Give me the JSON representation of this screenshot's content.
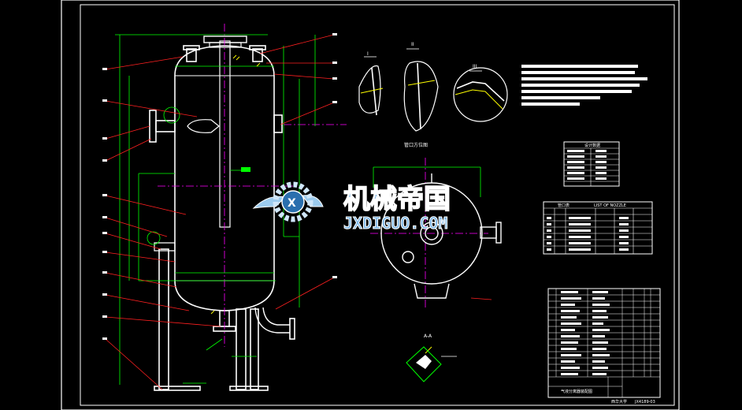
{
  "drawing": {
    "view_caption": "管口方位图",
    "section_labels": [
      "I",
      "II",
      "III",
      "A-A"
    ],
    "nozzle_table_caption": "管口表",
    "nozzle_table_title": "LIST OF NOZZLE",
    "design_table_title": "设计数据",
    "title_block_name": "气液分离器装配图",
    "title_block_school": "西华大学",
    "drawing_number": "JX4189-03"
  },
  "watermark": {
    "text_cn": "机械帝国",
    "text_en": "JXDIGUO.COM",
    "brand_color": "#7fb8e8"
  },
  "colors": {
    "background": "#000000",
    "outline": "#ffffff",
    "dimension": "#00ff00",
    "centerline": "#ff00ff",
    "leader": "#ff2020",
    "hatch": "#ffff00",
    "border": "#ffffff"
  }
}
